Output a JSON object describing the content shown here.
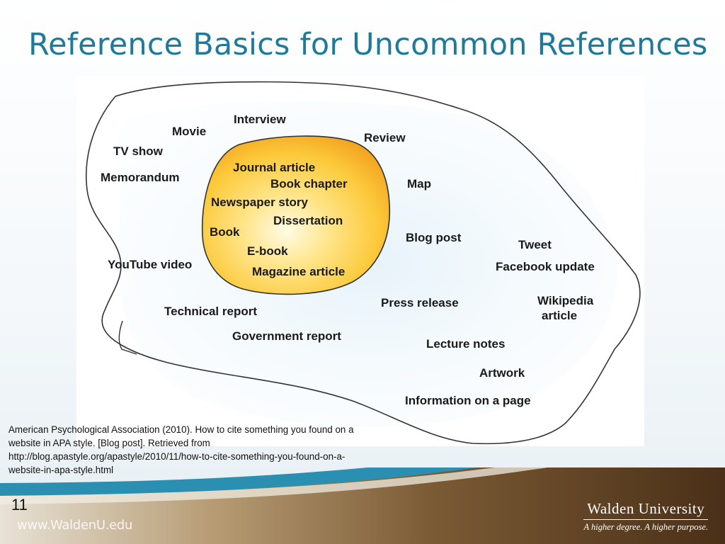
{
  "slide": {
    "title": "Reference Basics for Uncommon References",
    "number": "11"
  },
  "diagram": {
    "inner_items": [
      "Journal article",
      "Book chapter",
      "Newspaper story",
      "Dissertation",
      "Book",
      "E-book",
      "Magazine article"
    ],
    "outer_items": [
      "Interview",
      "Movie",
      "TV show",
      "Review",
      "Memorandum",
      "Map",
      "Blog post",
      "Tweet",
      "YouTube video",
      "Facebook update",
      "Wikipedia",
      "article",
      "Press release",
      "Technical report",
      "Government report",
      "Lecture notes",
      "Artwork",
      "Information on a page"
    ],
    "colors": {
      "inner_fill": "#fbbf3c",
      "outline": "#333333"
    }
  },
  "citation": {
    "lines": [
      "American Psychological Association (2010). How to cite something you found on a",
      "website in APA style. [Blog post]. Retrieved from",
      "http://blog.apastyle.org/apastyle/2010/11/how-to-cite-something-you-found-on-a-",
      "website-in-apa-style.html"
    ]
  },
  "footer": {
    "url": "www.WaldenU.edu",
    "brand_name": "Walden University",
    "tagline": "A higher degree. A higher purpose.",
    "colors": {
      "teal": "#2a8fb0",
      "brown": "#5a4024"
    }
  }
}
